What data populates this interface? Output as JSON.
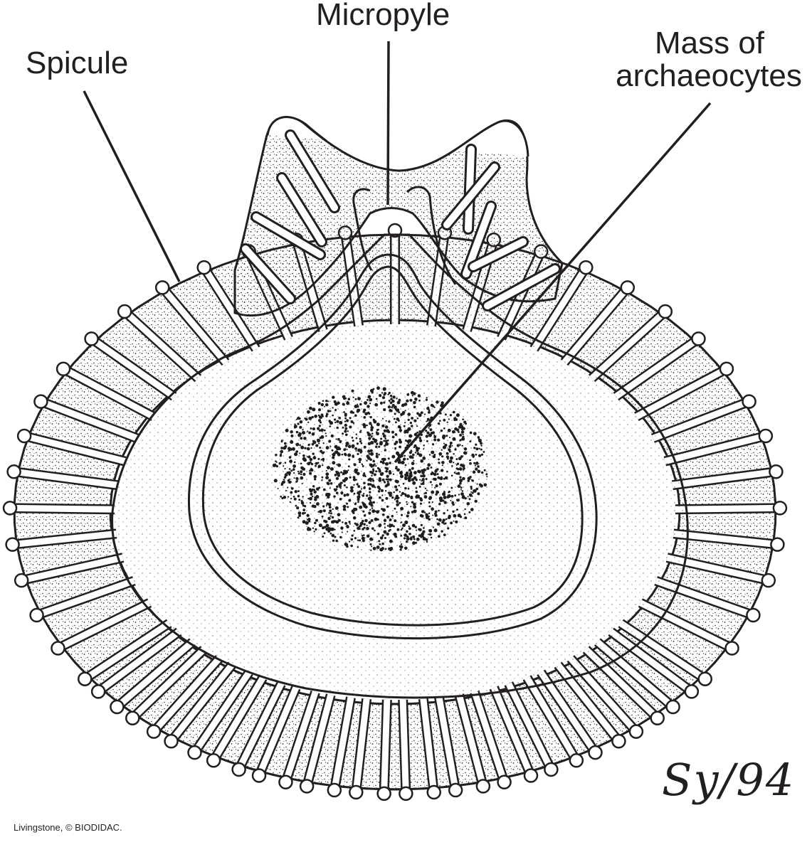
{
  "diagram": {
    "labels": {
      "micropyle": "Micropyle",
      "spicule": "Spicule",
      "mass_line1": "Mass of",
      "mass_line2": "archaeocytes"
    },
    "credit": "Livingstone, © BIODIDAC.",
    "signature": "Sy/94",
    "ink_color": "#231f20",
    "stipple_color": "#2a2a2a"
  }
}
